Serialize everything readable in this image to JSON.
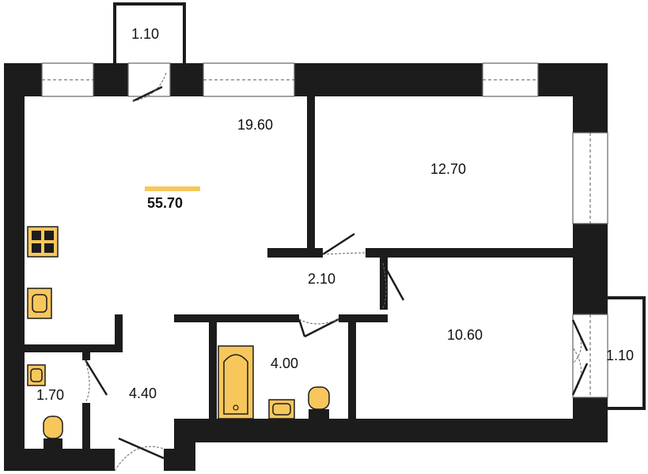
{
  "plan": {
    "total_area": "55.70",
    "accent_color": "#f7c75c",
    "rooms": {
      "balcony_top": "1.10",
      "living": "19.60",
      "bedroom_1": "12.70",
      "corridor": "2.10",
      "bathroom": "4.00",
      "bedroom_2": "10.60",
      "balcony_right": "1.10",
      "toilet": "1.70",
      "hall": "4.40"
    },
    "icons": [
      "stove-icon",
      "sink-icon",
      "bathtub-icon",
      "toilet-icon",
      "door-icon",
      "window-icon"
    ]
  }
}
